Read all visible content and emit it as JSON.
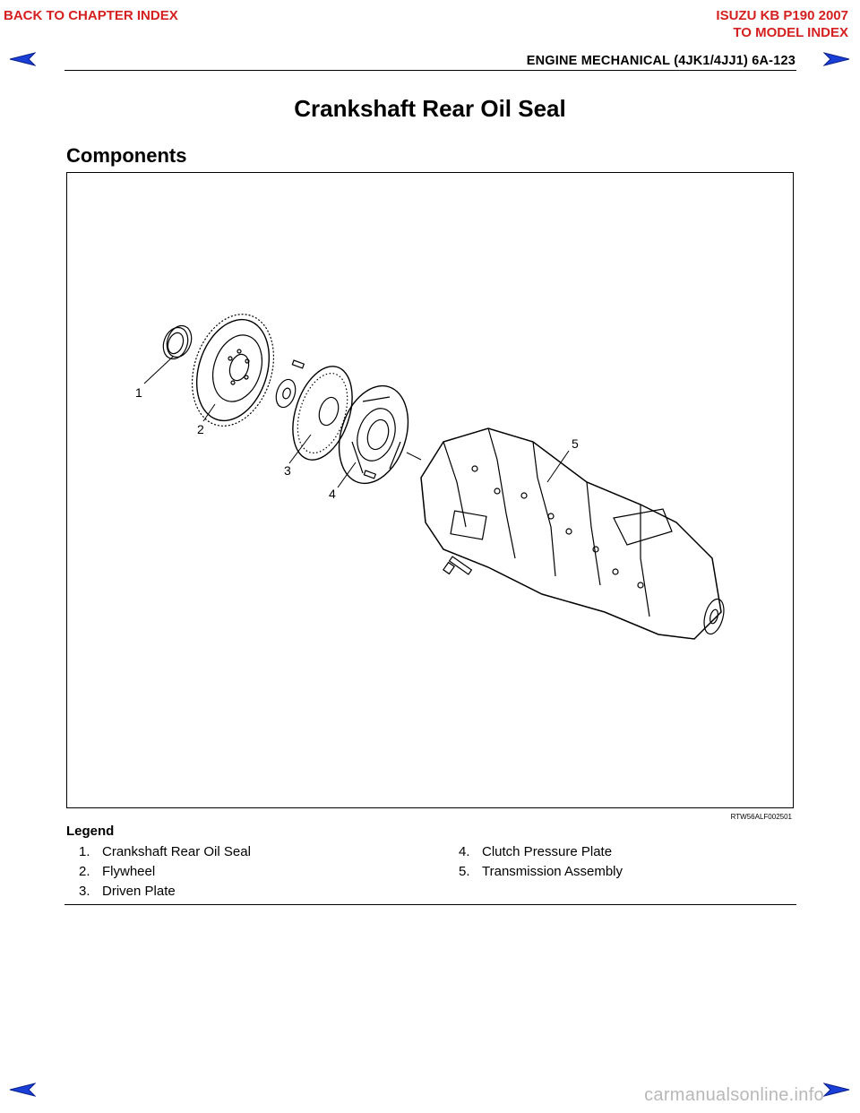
{
  "nav": {
    "back_to_chapter": "BACK TO CHAPTER INDEX",
    "model_title": "ISUZU KB P190 2007",
    "to_model_index": "TO MODEL INDEX",
    "link_color": "#d42020",
    "arrow_color": "#1a3fd6",
    "arrows": [
      "arrow-left-icon",
      "arrow-right-icon"
    ]
  },
  "header": {
    "section": "ENGINE MECHANICAL (4JK1/4JJ1)  6A-123"
  },
  "page": {
    "title": "Crankshaft Rear Oil Seal",
    "heading": "Components"
  },
  "figure": {
    "callouts": [
      "1",
      "2",
      "3",
      "4",
      "5"
    ],
    "code": "RTW56ALF002501"
  },
  "legend": {
    "heading": "Legend",
    "items": [
      {
        "num": "1.",
        "label": "Crankshaft Rear Oil Seal"
      },
      {
        "num": "2.",
        "label": "Flywheel"
      },
      {
        "num": "3.",
        "label": "Driven Plate"
      },
      {
        "num": "4.",
        "label": "Clutch Pressure Plate"
      },
      {
        "num": "5.",
        "label": "Transmission Assembly"
      }
    ]
  },
  "watermark": "carmanualsonline.info"
}
